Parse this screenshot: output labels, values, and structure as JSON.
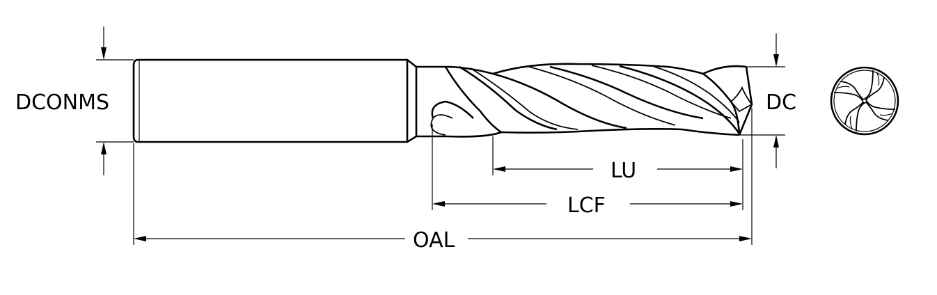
{
  "diagram": {
    "title": "Drill dimension drawing",
    "labels": {
      "shank_diameter": "DCONMS",
      "cutting_diameter": "DC",
      "usable_length": "LU",
      "flute_length": "LCF",
      "overall_length": "OAL"
    },
    "colors": {
      "line": "#000000",
      "background": "#ffffff"
    },
    "icons": {
      "end_view": "drill-end-view-icon"
    }
  }
}
